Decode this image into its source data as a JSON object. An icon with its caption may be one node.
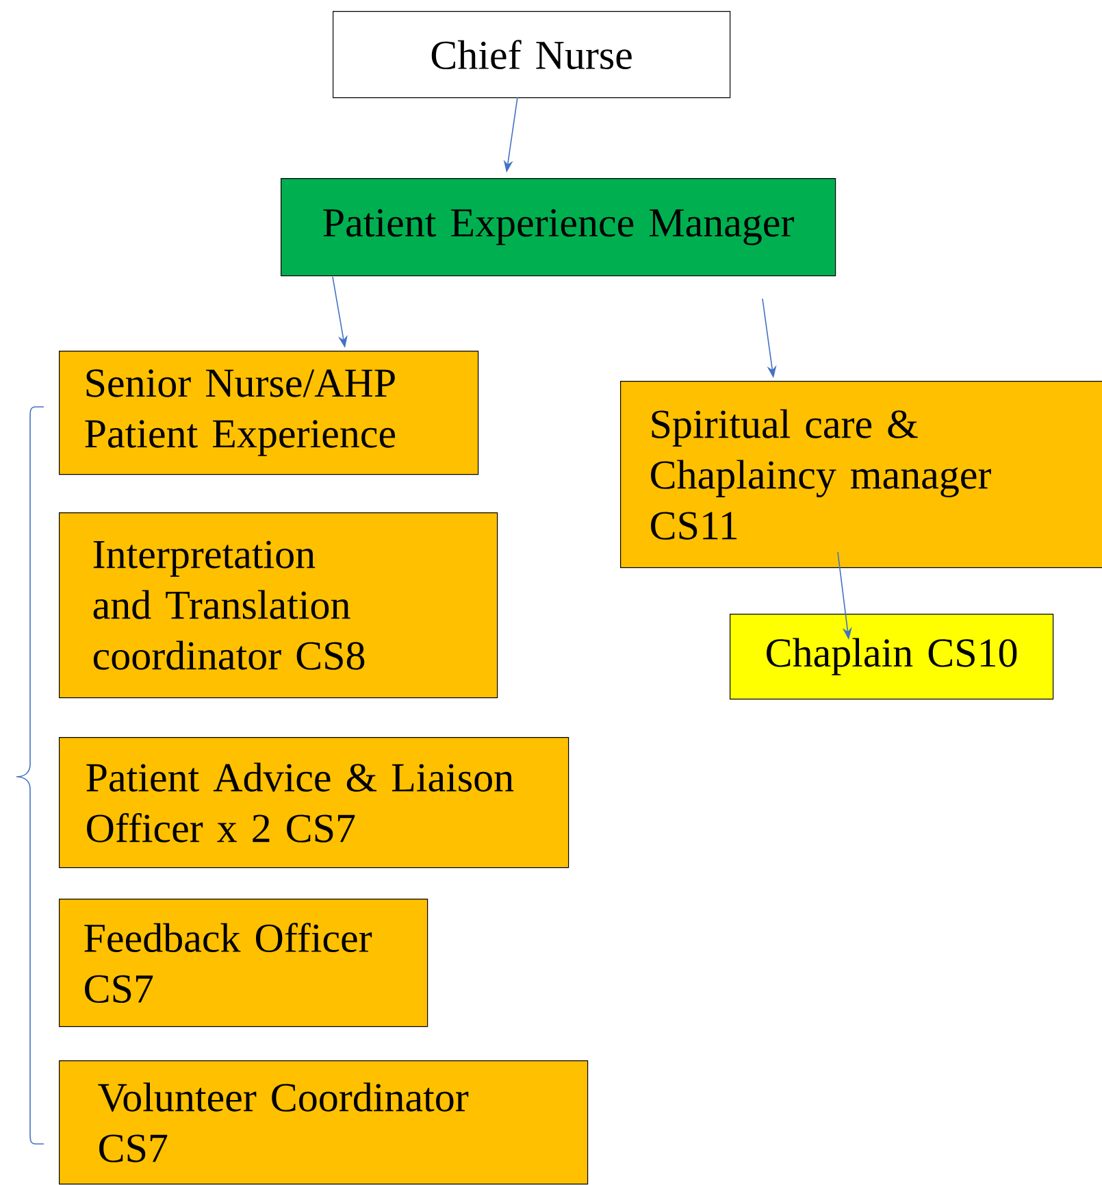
{
  "diagram": {
    "nodes": [
      {
        "text": [
          "Chief Nurse"
        ]
      },
      {
        "text": [
          "Patient Experience Manager"
        ]
      },
      {
        "text": [
          "Senior Nurse/AHP Patient Experience"
        ]
      },
      {
        "text": [
          "Interpretation and Translation coordinator CS8"
        ]
      },
      {
        "text": [
          "Patient Advice & Liaison Officer x 2 CS7"
        ]
      },
      {
        "text": [
          "Feedback Officer CS7"
        ]
      },
      {
        "text": [
          "Volunteer Coordinator CS7"
        ]
      },
      {
        "text": [
          "Spiritual care & Chaplaincy manager CS11"
        ]
      },
      {
        "text": [
          "Chaplain CS10"
        ]
      }
    ],
    "edges": [
      {
        "from": 0,
        "to": 1,
        "arrow": "to"
      },
      {
        "from": 1,
        "to": 2,
        "arrow": "to"
      },
      {
        "from": 1,
        "to": 7,
        "arrow": "to"
      },
      {
        "from": 7,
        "to": 8,
        "arrow": "to"
      }
    ]
  }
}
